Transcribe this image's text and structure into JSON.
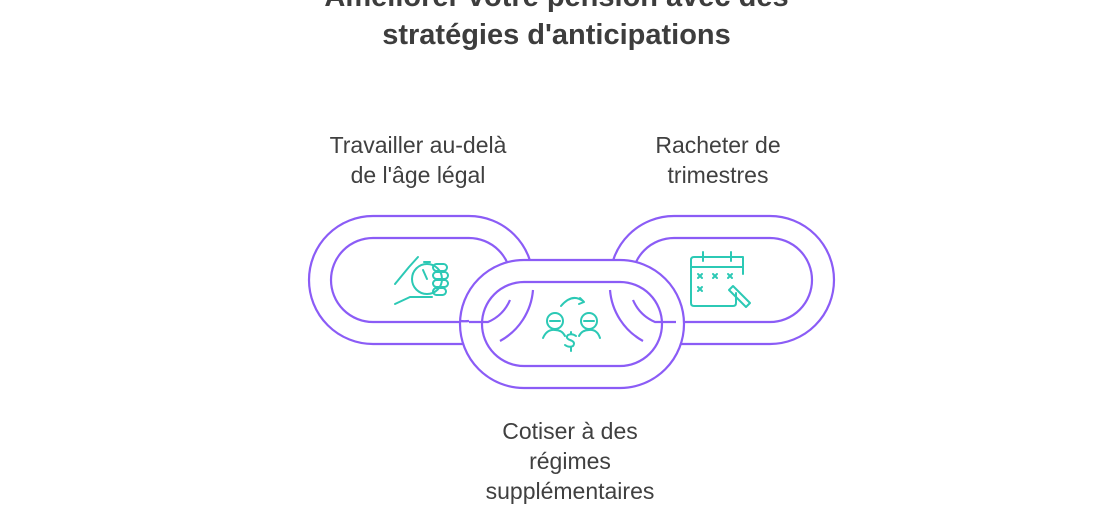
{
  "title": {
    "line1": "Améliorer votre pension avec des",
    "line2": "stratégies d'anticipations"
  },
  "items": [
    {
      "id": "work",
      "line1": "Travailler au-delà",
      "line2": "de l'âge légal",
      "icon": "stopwatch-hand-icon"
    },
    {
      "id": "buy",
      "line1": "Racheter de",
      "line2": "trimestres",
      "icon": "calendar-pen-icon"
    },
    {
      "id": "contrib",
      "line1": "Cotiser à des",
      "line2": "régimes",
      "line3": "supplémentaires",
      "icon": "money-exchange-icon"
    }
  ],
  "colors": {
    "link": "#8b5cf6",
    "icon": "#2cc9b5",
    "text": "#404040"
  }
}
